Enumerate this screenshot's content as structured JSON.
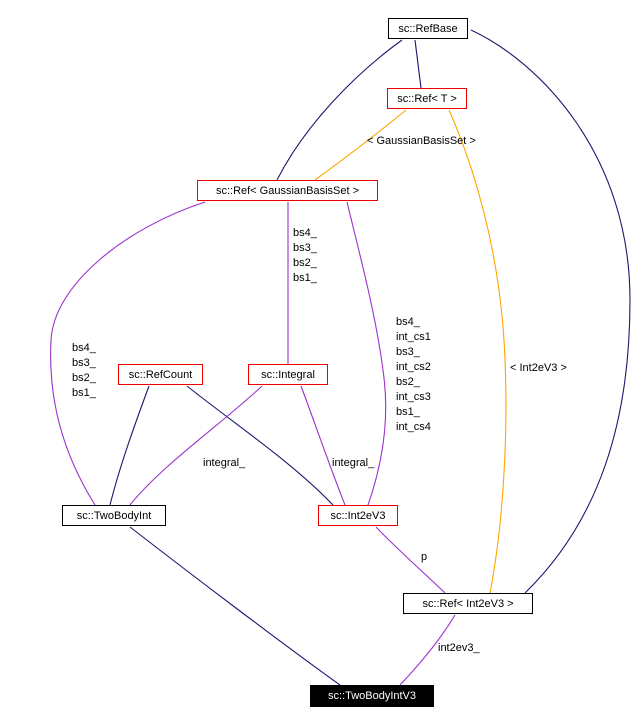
{
  "diagram": {
    "kind": "collaboration-graph",
    "colors": {
      "inheritance_edge": "#191970",
      "usage_edge": "#9a32cd",
      "template_edge": "#ffa500",
      "node_border": "#000000",
      "node_border_highlight": "#ee0000",
      "main_node_bg": "#000000",
      "main_node_text": "#ffffff",
      "background": "#ffffff"
    }
  },
  "nodes": {
    "refbase": {
      "label": "sc::RefBase"
    },
    "ref_t": {
      "label": "sc::Ref< T >"
    },
    "ref_gbs": {
      "label": "sc::Ref< GaussianBasisSet >"
    },
    "refcount": {
      "label": "sc::RefCount"
    },
    "integral": {
      "label": "sc::Integral"
    },
    "twobodyint": {
      "label": "sc::TwoBodyInt"
    },
    "int2ev3": {
      "label": "sc::Int2eV3"
    },
    "ref_int2ev3": {
      "label": "sc::Ref< Int2eV3 >"
    },
    "twobodyintv3": {
      "label": "sc::TwoBodyIntV3"
    }
  },
  "edges": [
    {
      "from": "sc::Ref< T >",
      "to": "sc::RefBase",
      "type": "inheritance",
      "label": ""
    },
    {
      "from": "sc::Ref< GaussianBasisSet >",
      "to": "sc::RefBase",
      "type": "inheritance",
      "label": ""
    },
    {
      "from": "sc::Ref< Int2eV3 >",
      "to": "sc::RefBase",
      "type": "inheritance",
      "label": ""
    },
    {
      "from": "sc::TwoBodyInt",
      "to": "sc::RefCount",
      "type": "inheritance",
      "label": ""
    },
    {
      "from": "sc::Int2eV3",
      "to": "sc::RefCount",
      "type": "inheritance",
      "label": ""
    },
    {
      "from": "sc::TwoBodyIntV3",
      "to": "sc::TwoBodyInt",
      "type": "inheritance",
      "label": ""
    },
    {
      "from": "sc::TwoBodyInt",
      "to": "sc::Ref< GaussianBasisSet >",
      "type": "usage",
      "label": "bs4_\nbs3_\nbs2_\nbs1_"
    },
    {
      "from": "sc::Integral",
      "to": "sc::Ref< GaussianBasisSet >",
      "type": "usage",
      "label": "bs4_\nbs3_\nbs2_\nbs1_"
    },
    {
      "from": "sc::Int2eV3",
      "to": "sc::Ref< GaussianBasisSet >",
      "type": "usage",
      "label": "bs4_\nint_cs1\nbs3_\nint_cs2\nbs2_\nint_cs3\nbs1_\nint_cs4"
    },
    {
      "from": "sc::TwoBodyInt",
      "to": "sc::Integral",
      "type": "usage",
      "label": "integral_"
    },
    {
      "from": "sc::Int2eV3",
      "to": "sc::Integral",
      "type": "usage",
      "label": "integral_"
    },
    {
      "from": "sc::Ref< Int2eV3 >",
      "to": "sc::Int2eV3",
      "type": "usage",
      "label": "p"
    },
    {
      "from": "sc::TwoBodyIntV3",
      "to": "sc::Ref< Int2eV3 >",
      "type": "usage",
      "label": "int2ev3_"
    },
    {
      "from": "sc::Ref< GaussianBasisSet >",
      "to": "sc::Ref< T >",
      "type": "template-instance",
      "label": "< GaussianBasisSet >"
    },
    {
      "from": "sc::Ref< Int2eV3 >",
      "to": "sc::Ref< T >",
      "type": "template-instance",
      "label": "< Int2eV3 >"
    }
  ]
}
